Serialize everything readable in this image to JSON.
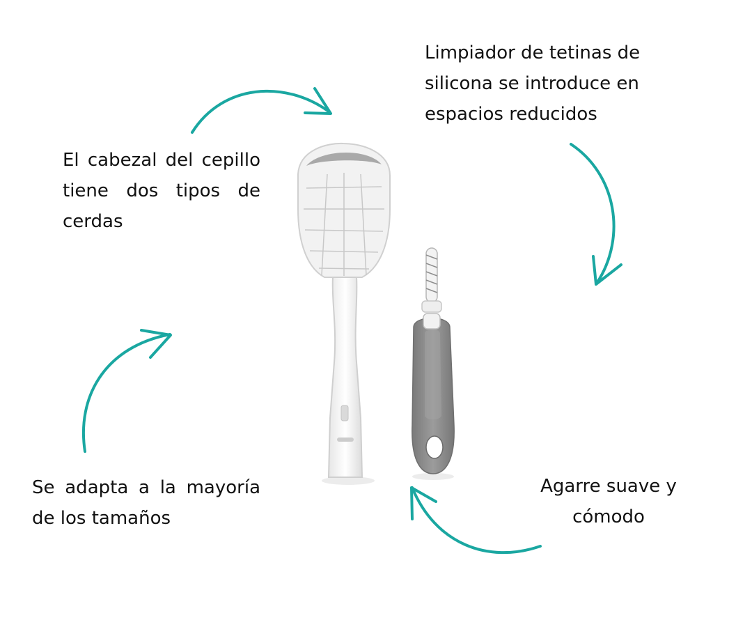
{
  "callouts": {
    "brush_head": "El cabezal del cepillo tiene dos tipos de cerdas",
    "nipple_cleaner": "Limpiador de tetinas de silicona se introduce en espacios reducidos",
    "fits_sizes": "Se adapta a la mayoría de los tamaños",
    "grip": "Agarre suave y cómodo"
  },
  "colors": {
    "accent": "#1aa7a1",
    "text": "#111111",
    "brush_white": "#f4f4f4",
    "handle_gray": "#8a8a8a"
  },
  "icons": {
    "arrow": "curved-arrow-icon"
  }
}
